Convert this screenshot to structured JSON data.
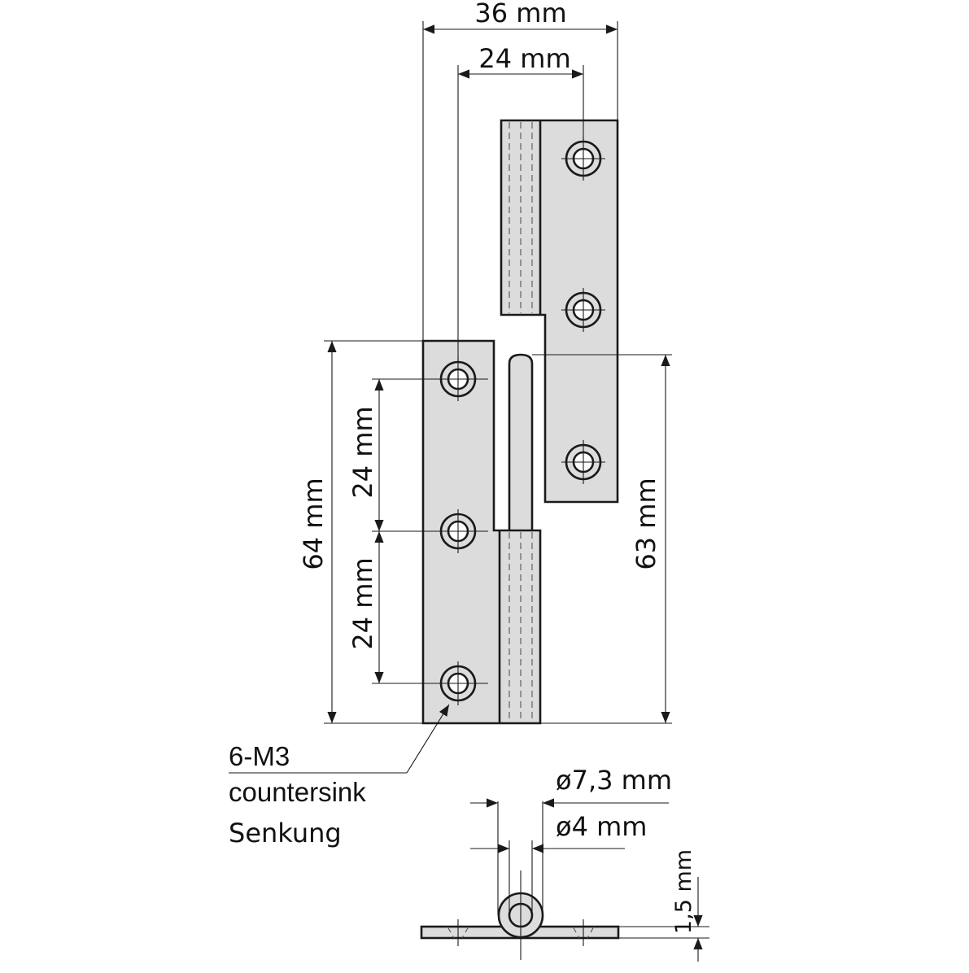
{
  "colors": {
    "leaf_fill": "#dcdcdc",
    "outline": "#1a1a1a",
    "dimension_line": "#1a1a1a",
    "background": "#ffffff"
  },
  "dimensions": {
    "overall_width": "36 mm",
    "hole_offset": "24 mm",
    "hole_spacing_upper": "24 mm",
    "hole_spacing_lower": "24 mm",
    "leaf_height_left": "64 mm",
    "leaf_height_right": "63 mm",
    "knuckle_outer_diameter": "ø7,3 mm",
    "pin_diameter": "ø4 mm",
    "leaf_thickness": "1,5 mm"
  },
  "callout": {
    "line1": "6-M3",
    "line2": "countersink",
    "line3": "Senkung"
  }
}
